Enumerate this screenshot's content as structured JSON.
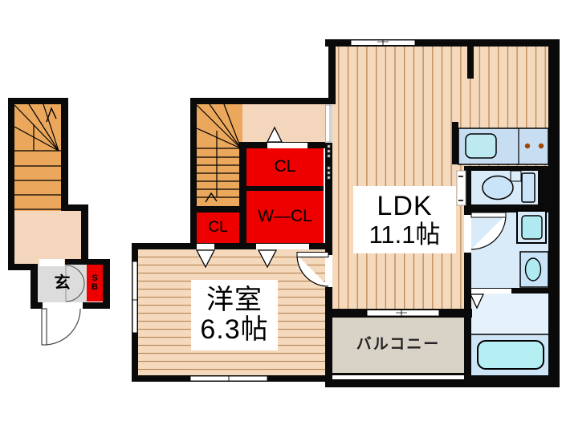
{
  "floor_plan": {
    "rooms": {
      "ldk": {
        "name": "LDK",
        "size": "11.1帖"
      },
      "western_room": {
        "name": "洋室",
        "size": "6.3帖"
      },
      "balcony": {
        "name": "バルコニー"
      },
      "closet_upper": {
        "name": "CL"
      },
      "walk_in_closet": {
        "name": "W—CL"
      },
      "closet_lower": {
        "name": "CL"
      },
      "entrance": {
        "name": "玄"
      },
      "shoe_box": {
        "name": "S\nB"
      }
    },
    "colors": {
      "wall": "#0a0a0a",
      "wood_floor": "#f4d9bd",
      "plank_line": "#a06a3c",
      "stairs": "#eba85c",
      "hall_floor": "#f3d6bc",
      "closet_red": "#ee0000",
      "balcony_gray": "#d8d2c7",
      "entrance_gray": "#dcdcdc",
      "wet_room_blue": "#d9ebf9",
      "bath_upper_blue": "#e6f2fb",
      "bath_lower_blue": "#cde5f7",
      "fixture_blue": "#c7def2",
      "basin_cyan": "#b8ecf2",
      "burner_brown": "#a3450a"
    }
  }
}
